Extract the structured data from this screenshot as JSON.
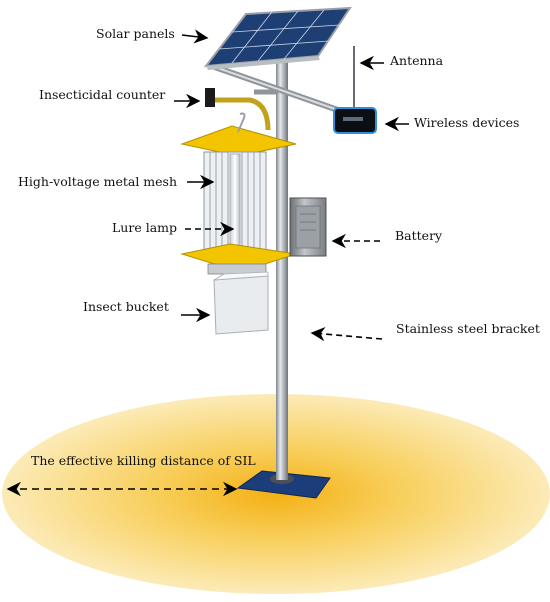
{
  "labels": {
    "solar_panels": "Solar panels",
    "antenna": "Antenna",
    "insecticidal_counter": "Insecticidal counter",
    "wireless_devices": "Wireless devices",
    "metal_mesh": "High-voltage metal mesh",
    "lure_lamp": "Lure lamp",
    "battery": "Battery",
    "insect_bucket": "Insect bucket",
    "bracket": "Stainless steel bracket",
    "killing_distance": "The effective killing distance of SIL"
  },
  "colors": {
    "ground_center": "#f6b81c",
    "ground_edge": "#fbe9b3",
    "trap_yellow": "#f2c500",
    "pole": "#a9aeb3",
    "panel_blue": "#1d3f73",
    "base_blue": "#1b3d7a",
    "wireless_border": "#2f8fd8"
  }
}
